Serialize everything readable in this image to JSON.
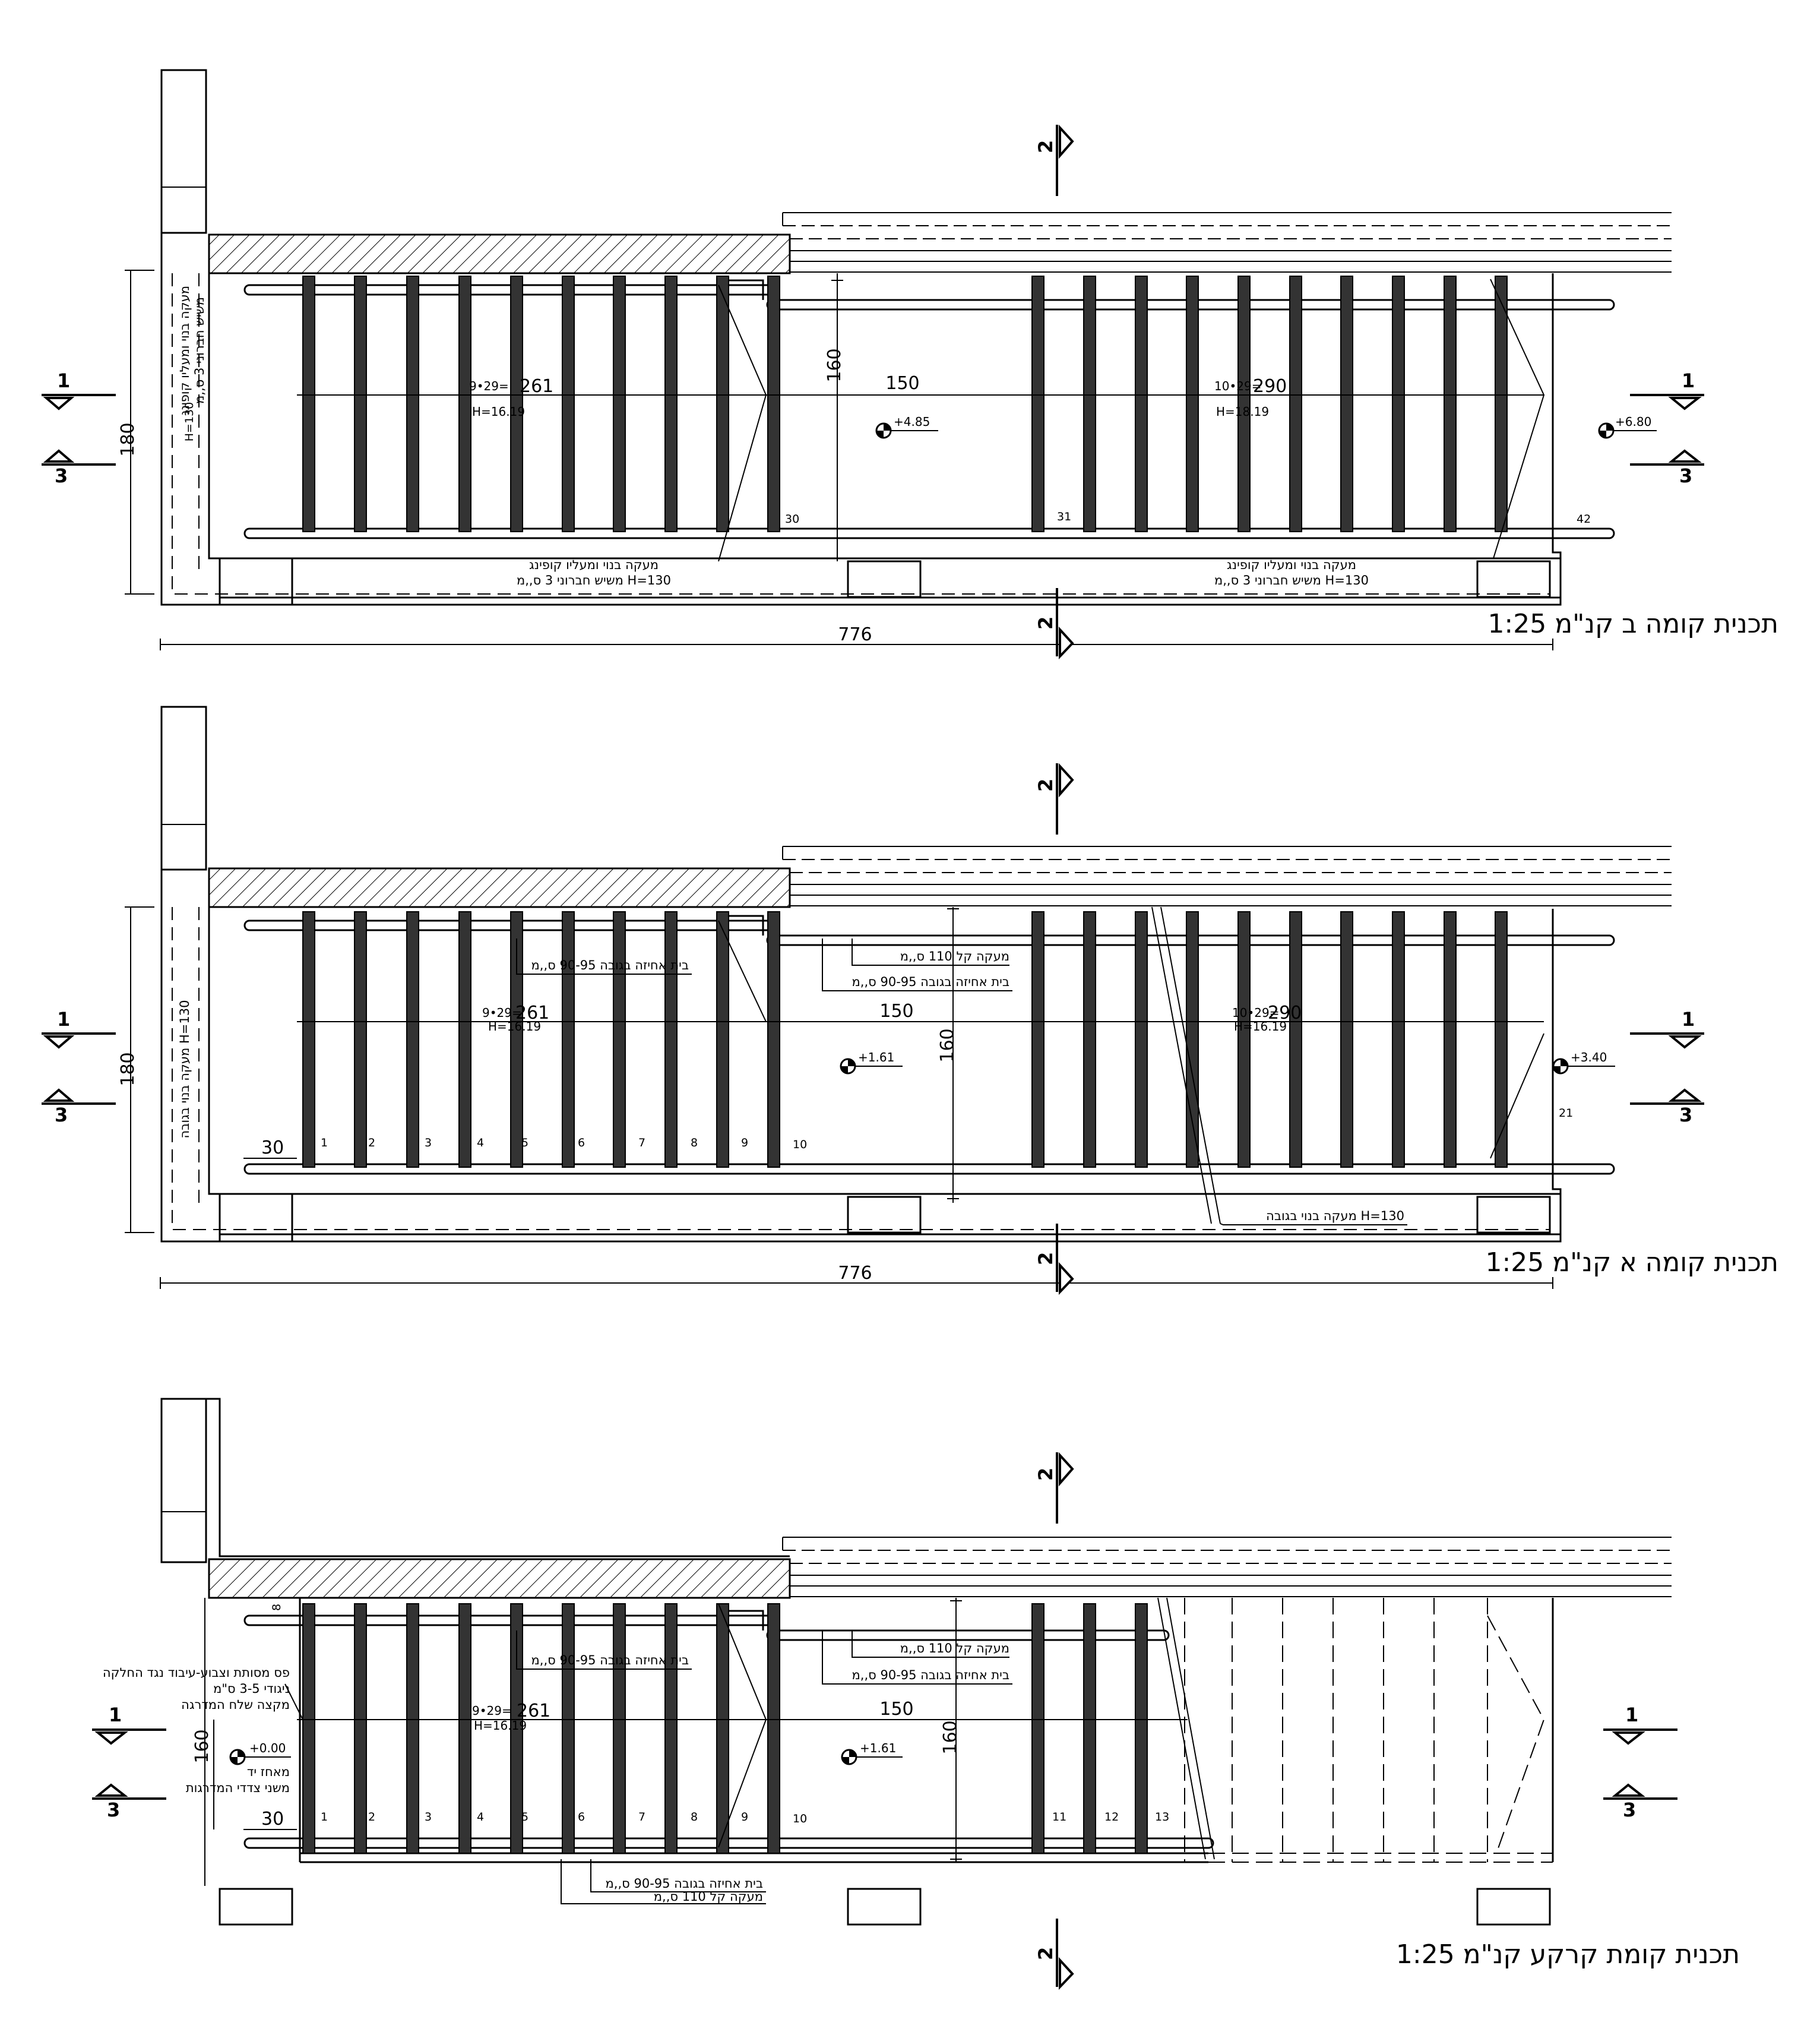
{
  "plans": [
    {
      "title": "תכנית קומה ב קנ\"מ 1:25",
      "dims": {
        "overall": "776",
        "depth": "180",
        "landing": "150",
        "landing_depth": "160"
      },
      "flight1": {
        "formula": "9•29=",
        "length": "261",
        "height": "H=16.19"
      },
      "flight2": {
        "formula": "10•29=",
        "length": "290",
        "height": "H=18.19"
      },
      "levels": [
        "+4.85",
        "+6.80"
      ],
      "step_numbers": [
        "30",
        "31",
        "42"
      ],
      "notes": {
        "left_railing": [
          "מעקה בנוי ומעליו קופינג",
          "משיש חברוני 3 ס,,מ",
          "H=130"
        ],
        "bottom_railing_a": [
          "מעקה בנוי ומעליו קופינג",
          "משיש חברוני 3 ס,,מ H=130"
        ],
        "bottom_railing_b": [
          "מעקה בנוי ומעליו קופינג",
          "משיש חברוני 3 ס,,מ H=130"
        ]
      }
    },
    {
      "title": "תכנית קומה א קנ\"מ 1:25",
      "dims": {
        "overall": "776",
        "depth": "180",
        "landing": "150",
        "landing_depth": "160",
        "edge": "30"
      },
      "flight1": {
        "formula": "9•29=",
        "length": "261",
        "height": "H=16.19"
      },
      "flight2": {
        "formula": "10•29=",
        "length": "290",
        "height": "H=16.19"
      },
      "levels": [
        "+1.61",
        "+3.40"
      ],
      "step_numbers": [
        "1",
        "2",
        "3",
        "4",
        "5",
        "6",
        "7",
        "8",
        "9",
        "10",
        "21"
      ],
      "notes": {
        "left_railing": "מעקה בנוי בגובה H=130",
        "grip": "בית אחיזה בגובה 90-95 ס,,מ",
        "light_rail": "מעקה קל 110 ס,,מ",
        "grip2": "בית אחיזה בגובה 90-95 ס,,מ",
        "bottom_railing": "מעקה בנוי בגובה H=130"
      }
    },
    {
      "title": "תכנית קומת קרקע קנ\"מ 1:25",
      "dims": {
        "landing": "150",
        "landing_depth": "160",
        "depth": "160",
        "edge": "30",
        "small": "8"
      },
      "flight1": {
        "formula": "9•29=",
        "length": "261",
        "height": "H=16.19"
      },
      "levels": [
        "+0.00",
        "+1.61"
      ],
      "step_numbers": [
        "1",
        "2",
        "3",
        "4",
        "5",
        "6",
        "7",
        "8",
        "9",
        "10",
        "11",
        "12",
        "13"
      ],
      "notes": {
        "strip": [
          "פס מסותת וצבוע-עיבוד נגד החלקה",
          "ניגודי 3-5 ס\"מ",
          "מקצה שלח המדרגה"
        ],
        "handrail": [
          "מאחז יד",
          "משני צדדי המדרגות"
        ],
        "grip": "בית אחיזה בגובה 90-95 ס,,מ",
        "light_rail": "מעקה קל 110 ס,,מ",
        "grip2": "בית אחיזה בגובה 90-95 ס,,מ",
        "bottom_grip": "בית אחיזה בגובה 90-95 ס,,מ",
        "bottom_light": "מעקה קל 110 ס,,מ"
      }
    }
  ],
  "section_marks": {
    "s1": "1",
    "s2": "2",
    "s3": "3"
  }
}
